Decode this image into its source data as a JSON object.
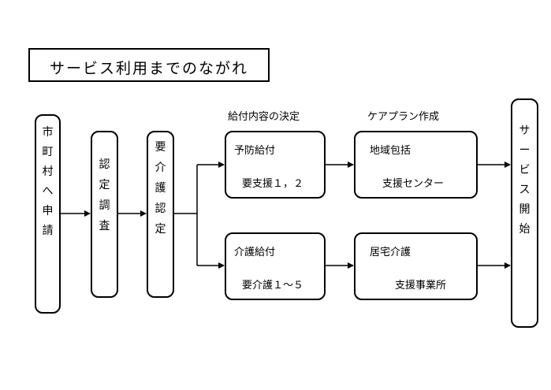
{
  "title": "サービス利用までのながれ",
  "boxes": {
    "apply": "市町村へ申請",
    "survey": "認定調査",
    "certification": "要介護認定",
    "service_start": "サービス開始"
  },
  "headers": {
    "benefit_decision": "給付内容の決定",
    "care_plan": "ケアプラン作成"
  },
  "prevention": {
    "title": "予防給付",
    "detail": "要支援１，２"
  },
  "care": {
    "title": "介護給付",
    "detail": "要介護１～５"
  },
  "center": {
    "title": "地域包括",
    "detail": "支援センター"
  },
  "office": {
    "title": "居宅介護",
    "detail": "支援事業所"
  }
}
